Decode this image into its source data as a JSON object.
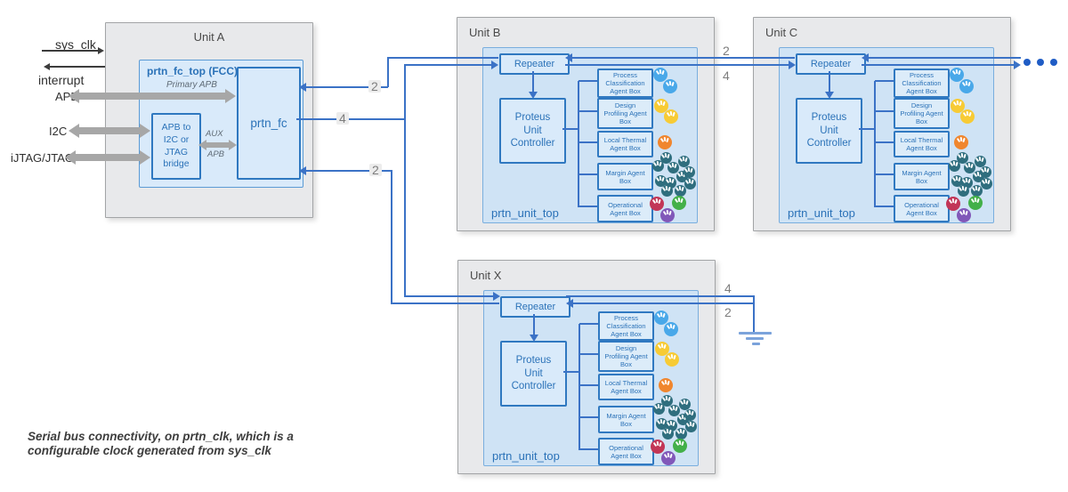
{
  "caption": "Serial bus connectivity, on prtn_clk, which is a\nconfigurable clock generated from sys_clk",
  "unit_a": {
    "title": "Unit A",
    "fcc_title": "prtn_fc_top (FCC)",
    "primary_apb_label": "Primary APB",
    "bridge_label": "APB to\nI2C or\nJTAG\nbridge",
    "aux_label": "AUX",
    "aux_apb_label": "APB",
    "prtn_fc_label": "prtn_fc",
    "signals": {
      "sys_clk": "sys_clk",
      "interrupt": "interrupt",
      "apb": "APB",
      "i2c": "I2C",
      "jtag": "iJTAG/JTAG"
    }
  },
  "units": [
    {
      "title": "Unit B"
    },
    {
      "title": "Unit C"
    },
    {
      "title": "Unit X"
    }
  ],
  "unit_common": {
    "repeater_label": "Repeater",
    "controller_label": "Proteus\nUnit\nController",
    "footer_label": "prtn_unit_top",
    "agents": [
      {
        "label": "Process\nClassification\nAgent Box",
        "dot_colors": [
          "#49a8e9",
          "#49a8e9"
        ]
      },
      {
        "label": "Design\nProfiling Agent\nBox",
        "dot_colors": [
          "#f7cb35",
          "#f7cb35"
        ]
      },
      {
        "label": "Local Thermal\nAgent Box",
        "dot_colors": [
          "#f0862e"
        ]
      },
      {
        "label": "Margin Agent\nBox",
        "dot_colors": [
          "#2f6e7e",
          "#2f6e7e",
          "#2f6e7e",
          "#2f6e7e",
          "#2f6e7e",
          "#2f6e7e",
          "#2f6e7e",
          "#2f6e7e",
          "#2f6e7e",
          "#2f6e7e",
          "#2f6e7e"
        ]
      },
      {
        "label": "Operational\nAgent Box",
        "dot_colors": [
          "#c23657",
          "#43b049",
          "#8158b9"
        ]
      }
    ]
  },
  "bus_labels": {
    "a_top": "2",
    "a_mid": "4",
    "a_bot": "2",
    "bc_top": "2",
    "bc_bot": "4",
    "x_top": "4",
    "x_bot": "2"
  },
  "colors": {
    "line": "#3b72c6",
    "ellipsis": "#1f5cc5",
    "unit_fill": "#e8e9eb",
    "panel_fill": "#cfe3f5",
    "box_border": "#2f78c0",
    "blue_text": "#2b72b8"
  }
}
